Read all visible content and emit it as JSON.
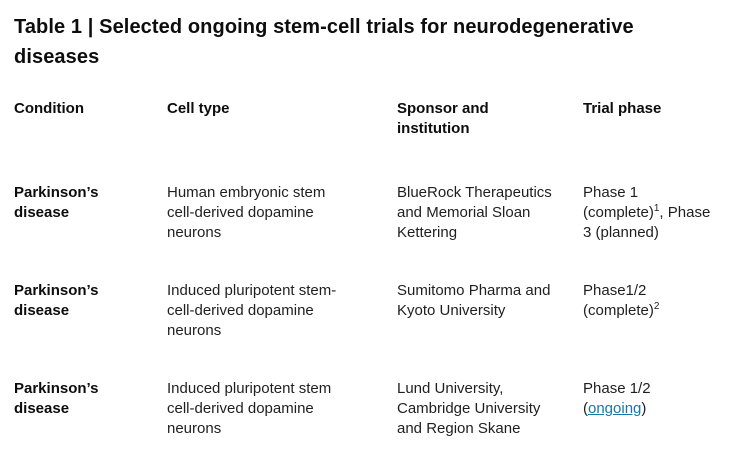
{
  "title": "Table 1 | Selected ongoing stem-cell trials for neurodegenerative\ndiseases",
  "colors": {
    "background": "#ffffff",
    "heading_text": "#0d0d0d",
    "body_text": "#1f1f1f",
    "link": "#1478a8"
  },
  "table": {
    "headers": {
      "condition": "Condition",
      "cell_type": "Cell type",
      "sponsor": "Sponsor and\ninstitution",
      "trial_phase": "Trial phase"
    },
    "rows": [
      {
        "condition": "Parkinson’s\ndisease",
        "cell_type": "Human embryonic stem\ncell-derived dopamine\nneurons",
        "sponsor": "BlueRock Therapeutics\nand Memorial Sloan\nKettering",
        "phase": {
          "text1": "Phase 1\n(complete)",
          "sup": "1",
          "link": "",
          "text2": ", Phase\n3 (planned)"
        }
      },
      {
        "condition": "Parkinson’s\ndisease",
        "cell_type": "Induced pluripotent stem-\ncell-derived dopamine\nneurons",
        "sponsor": "Sumitomo Pharma and\nKyoto University",
        "phase": {
          "text1": "Phase1/2\n(complete)",
          "sup": "2",
          "link": "",
          "text2": ""
        }
      },
      {
        "condition": "Parkinson’s\ndisease",
        "cell_type": "Induced pluripotent stem\ncell-derived dopamine\nneurons",
        "sponsor": "Lund University,\nCambridge University\nand Region Skane",
        "phase": {
          "text1": "Phase 1/2\n(",
          "sup": "",
          "link": "ongoing",
          "text2": ")"
        }
      }
    ]
  }
}
